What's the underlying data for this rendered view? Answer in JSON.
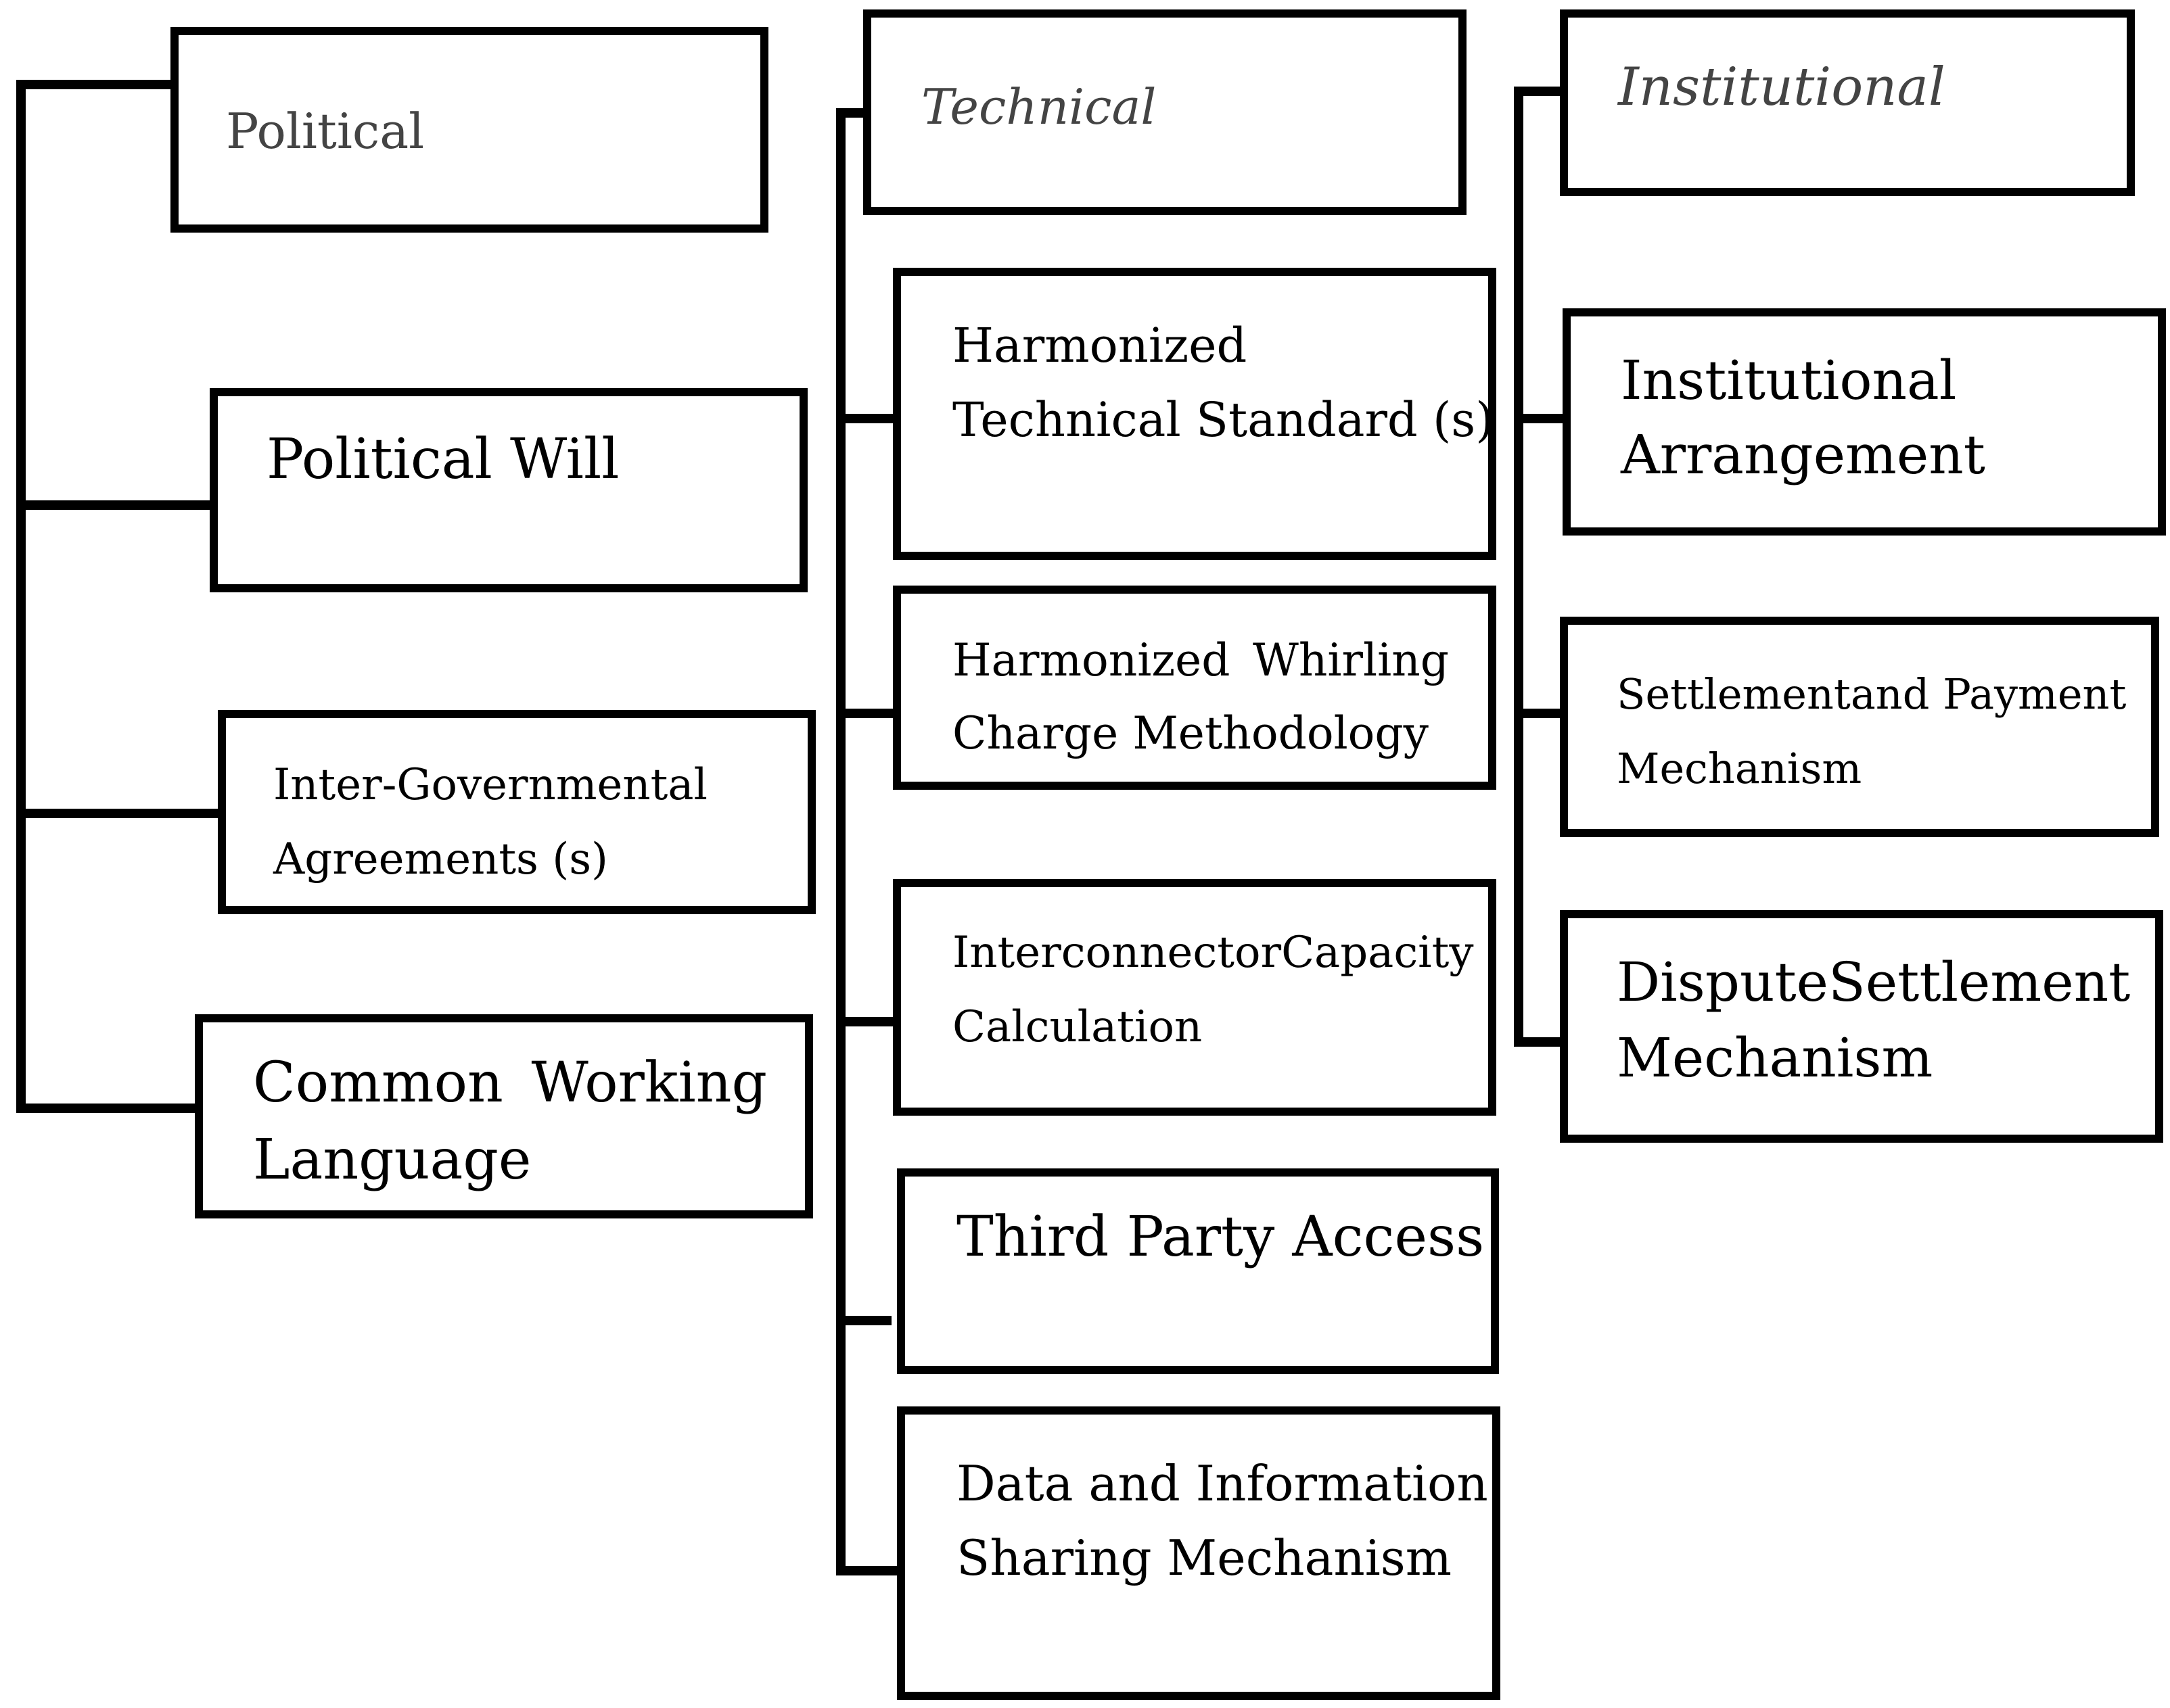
{
  "political": {
    "header": "Political",
    "items": [
      {
        "line1": "Political Will",
        "line2": ""
      },
      {
        "line1": "Inter-Governmental",
        "line2": "Agreements (s)"
      },
      {
        "line1a": "Common",
        "line1b": "Working",
        "line2": "Language"
      }
    ]
  },
  "technical": {
    "header": "Technical",
    "items": [
      {
        "line1": "Harmonized",
        "line2": "Technical Standard (s)"
      },
      {
        "line1a": "Harmonized",
        "line1b": "Whirling",
        "line2": "Charge Methodology"
      },
      {
        "line1a": "Interconnector",
        "line1b": "Capacity",
        "line2": "Calculation"
      },
      {
        "line1": "Third Party Access",
        "line2": ""
      },
      {
        "line1": "Data and Information",
        "line2": "Sharing Mechanism"
      }
    ]
  },
  "institutional": {
    "header": "Institutional",
    "items": [
      {
        "line1": "Institutional",
        "line2": "Arrangement"
      },
      {
        "line1a": "Settlement",
        "line1b": "and Payment",
        "line2": "Mechanism"
      },
      {
        "line1a": "Dispute",
        "line1b": "Settlement",
        "line2": "Mechanism"
      }
    ]
  }
}
